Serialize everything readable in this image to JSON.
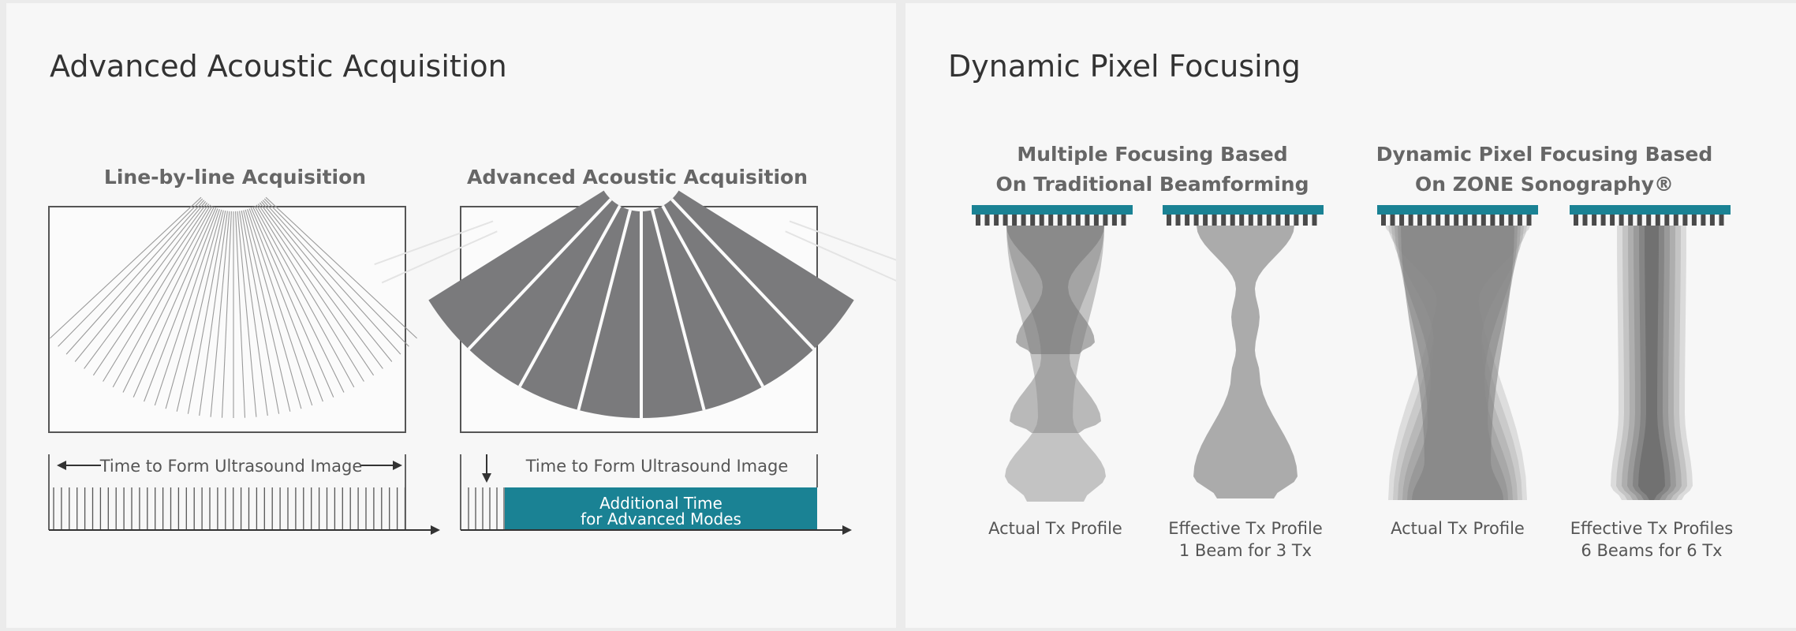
{
  "left_panel": {
    "title": "Advanced Acoustic Acquisition",
    "left_diagram": {
      "title": "Line-by-line Acquisition",
      "timeline_label": "Time to Form Ultrasound Image"
    },
    "right_diagram": {
      "title": "Advanced Acoustic Acquisition",
      "timeline_label": "Time to Form Ultrasound Image",
      "additional_time_line1": "Additional Time",
      "additional_time_line2": "for Advanced Modes"
    }
  },
  "right_panel": {
    "title": "Dynamic Pixel Focusing",
    "group1": {
      "title_line1": "Multiple Focusing Based",
      "title_line2": "On Traditional Beamforming",
      "profile1_label": "Actual Tx Profile",
      "profile2_label_line1": "Effective Tx Profile",
      "profile2_label_line2": "1 Beam for 3 Tx"
    },
    "group2": {
      "title_line1": "Dynamic Pixel Focusing Based",
      "title_line2": "On ZONE Sonography®",
      "profile1_label": "Actual Tx Profile",
      "profile2_label_line1": "Effective Tx Profiles",
      "profile2_label_line2": "6 Beams for 6 Tx"
    }
  },
  "colors": {
    "teal": "#1a8294",
    "dark_gray": "#7a7a7c",
    "transducer_teeth": "#4a4a4a"
  }
}
